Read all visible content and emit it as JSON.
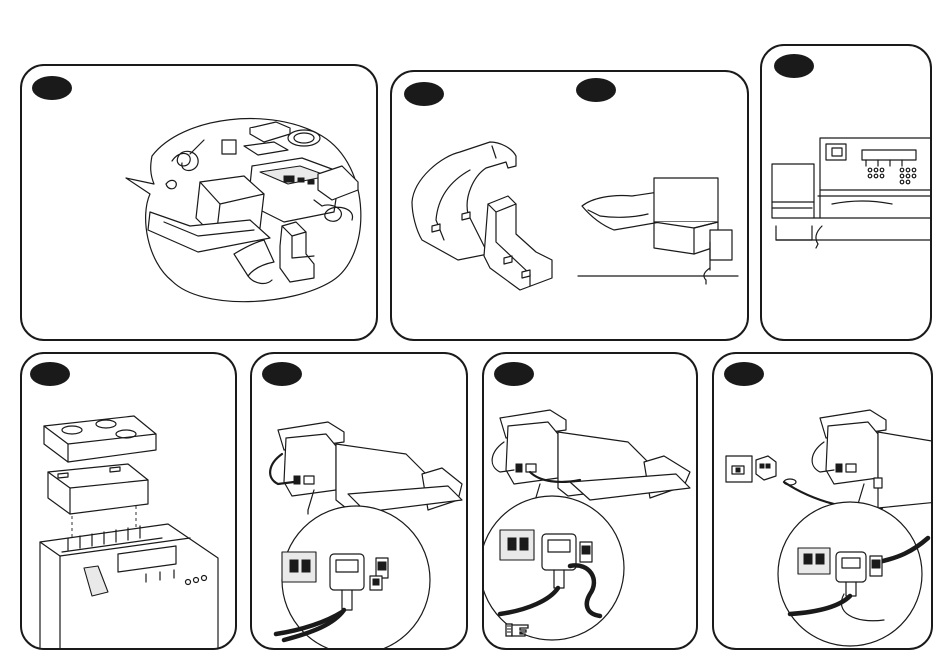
{
  "panels": [
    {
      "id": "unpack-contents",
      "step_badge": "",
      "icon": "box-contents-illustration"
    },
    {
      "id": "attach-trays",
      "step_badge": "",
      "icon": "tray-assembly-illustration"
    },
    {
      "id": "attach-second-tray",
      "step_badge": "",
      "icon": "feeder-mount-illustration"
    },
    {
      "id": "install-ink-cover",
      "step_badge": "",
      "icon": "ink-cover-illustration"
    },
    {
      "id": "connect-serial-cable",
      "step_badge": "",
      "icon": "serial-cable-illustration"
    },
    {
      "id": "connect-power-cable",
      "step_badge": "",
      "icon": "power-cable-illustration"
    },
    {
      "id": "connect-phone-line",
      "step_badge": "",
      "icon": "phone-line-illustration"
    }
  ],
  "note_icon": "pointing-hand-icon",
  "colors": {
    "ink": "#1a1a1a",
    "paper": "#ffffff",
    "shade": "#e9e9e9"
  }
}
